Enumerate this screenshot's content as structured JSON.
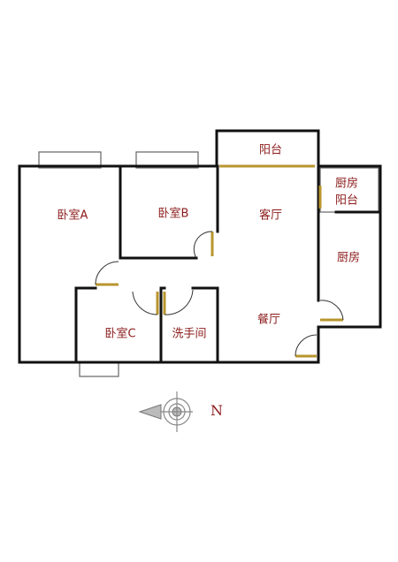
{
  "rooms": {
    "bedroom_a": "卧室A",
    "bedroom_b": "卧室B",
    "bedroom_c": "卧室C",
    "living_room": "客厅",
    "dining_room": "餐厅",
    "balcony": "阳台",
    "kitchen_balcony_line1": "厨房",
    "kitchen_balcony_line2": "阳台",
    "kitchen": "厨房",
    "bathroom": "洗手间"
  },
  "compass": {
    "north_label": "N"
  },
  "colors": {
    "label": "#8b1a1a",
    "wall": "#111111",
    "door": "#b8962e"
  }
}
